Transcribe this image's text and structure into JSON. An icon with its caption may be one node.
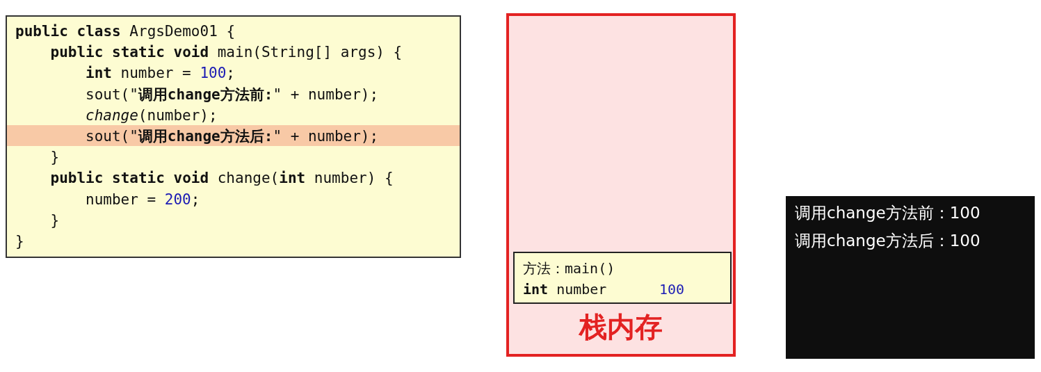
{
  "diagram": {
    "nodes": [
      {
        "text": [
          "**public class** ArgsDemo01 {",
          "**public static void** main(String[] args) {",
          "**int** number = 100;",
          "sout(\"**调用change方法前:**\" + number);",
          "*change*(number);",
          "sout(\"**调用change方法后:**\" + number);",
          "}",
          "**public static void** change(**int** number) {",
          "number = 200;",
          "}",
          "}"
        ]
      },
      {
        "text": [
          "栈内存"
        ]
      },
      {
        "text": [
          "方法：main()",
          "**int** number",
          "100"
        ],
        "in": 1
      },
      {
        "text": [
          "调用change方法前：100",
          "调用change方法后：100"
        ]
      }
    ],
    "edges": []
  }
}
